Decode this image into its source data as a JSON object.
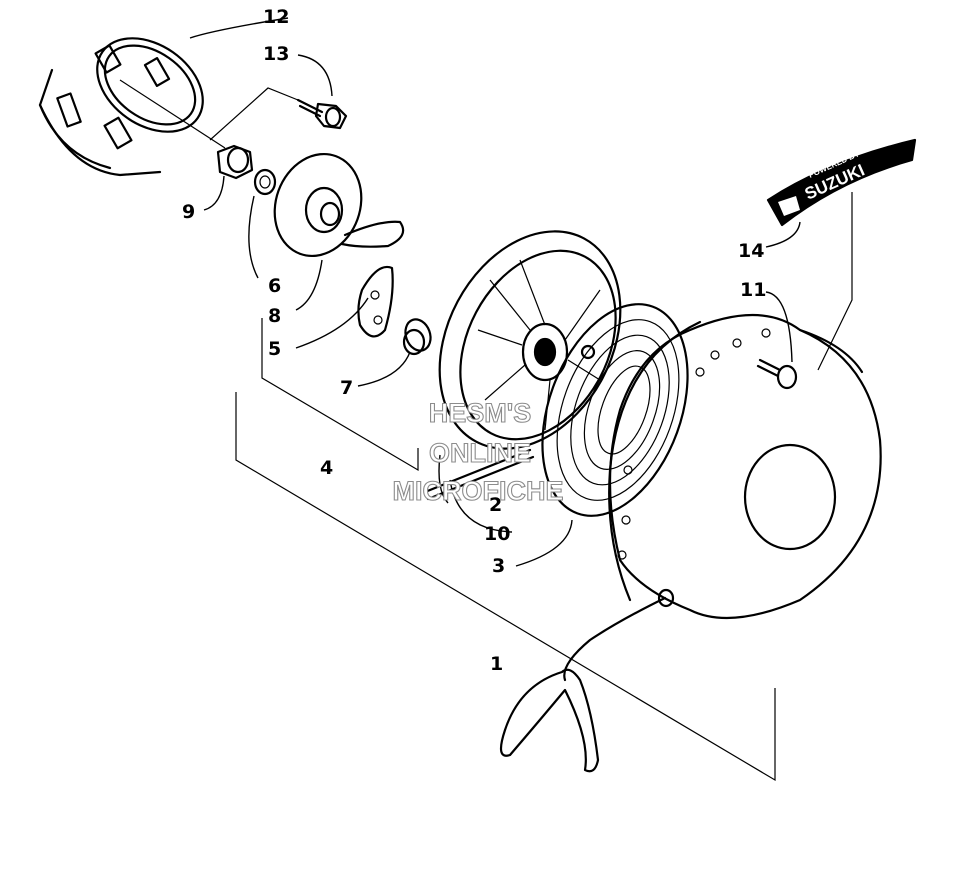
{
  "callouts": {
    "c1": "1",
    "c2": "2",
    "c3": "3",
    "c4": "4",
    "c5": "5",
    "c6": "6",
    "c7": "7",
    "c8": "8",
    "c9": "9",
    "c10": "10",
    "c11": "11",
    "c12": "12",
    "c13": "13",
    "c14": "14"
  },
  "decal": {
    "line1": "POWERED BY",
    "line2": "SUZUKI"
  },
  "watermark": {
    "line1": "HESM'S",
    "line2": "ONLINE",
    "line3": "MICROFICHE"
  }
}
